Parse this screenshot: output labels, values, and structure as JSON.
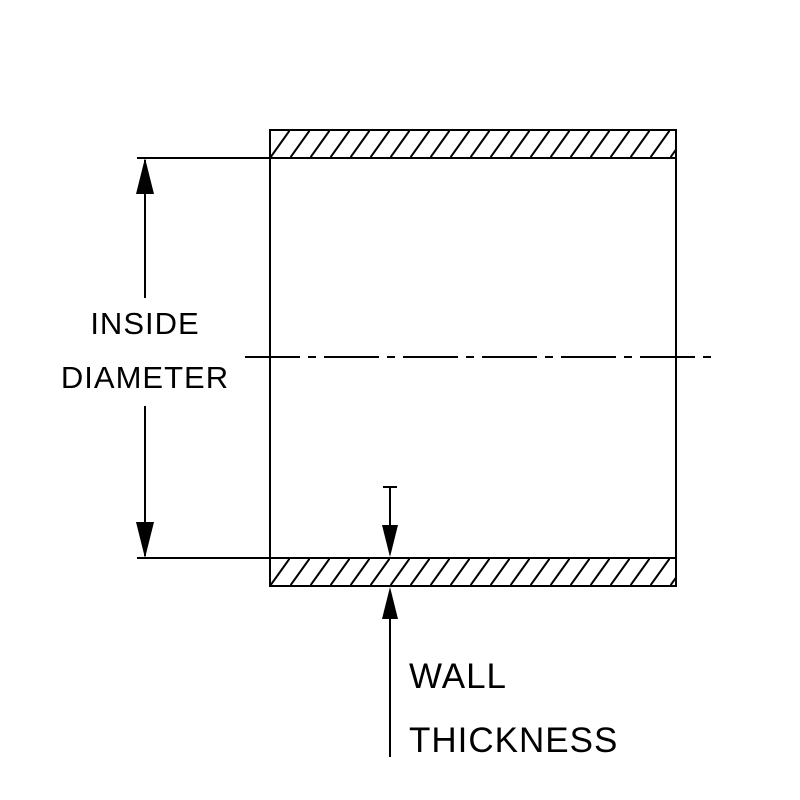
{
  "labels": {
    "inside_line1": "INSIDE",
    "inside_line2": "DIAMETER",
    "wall_line1": "WALL",
    "wall_line2": "THICKNESS"
  },
  "colors": {
    "line": "#000000",
    "background": "#ffffff"
  }
}
